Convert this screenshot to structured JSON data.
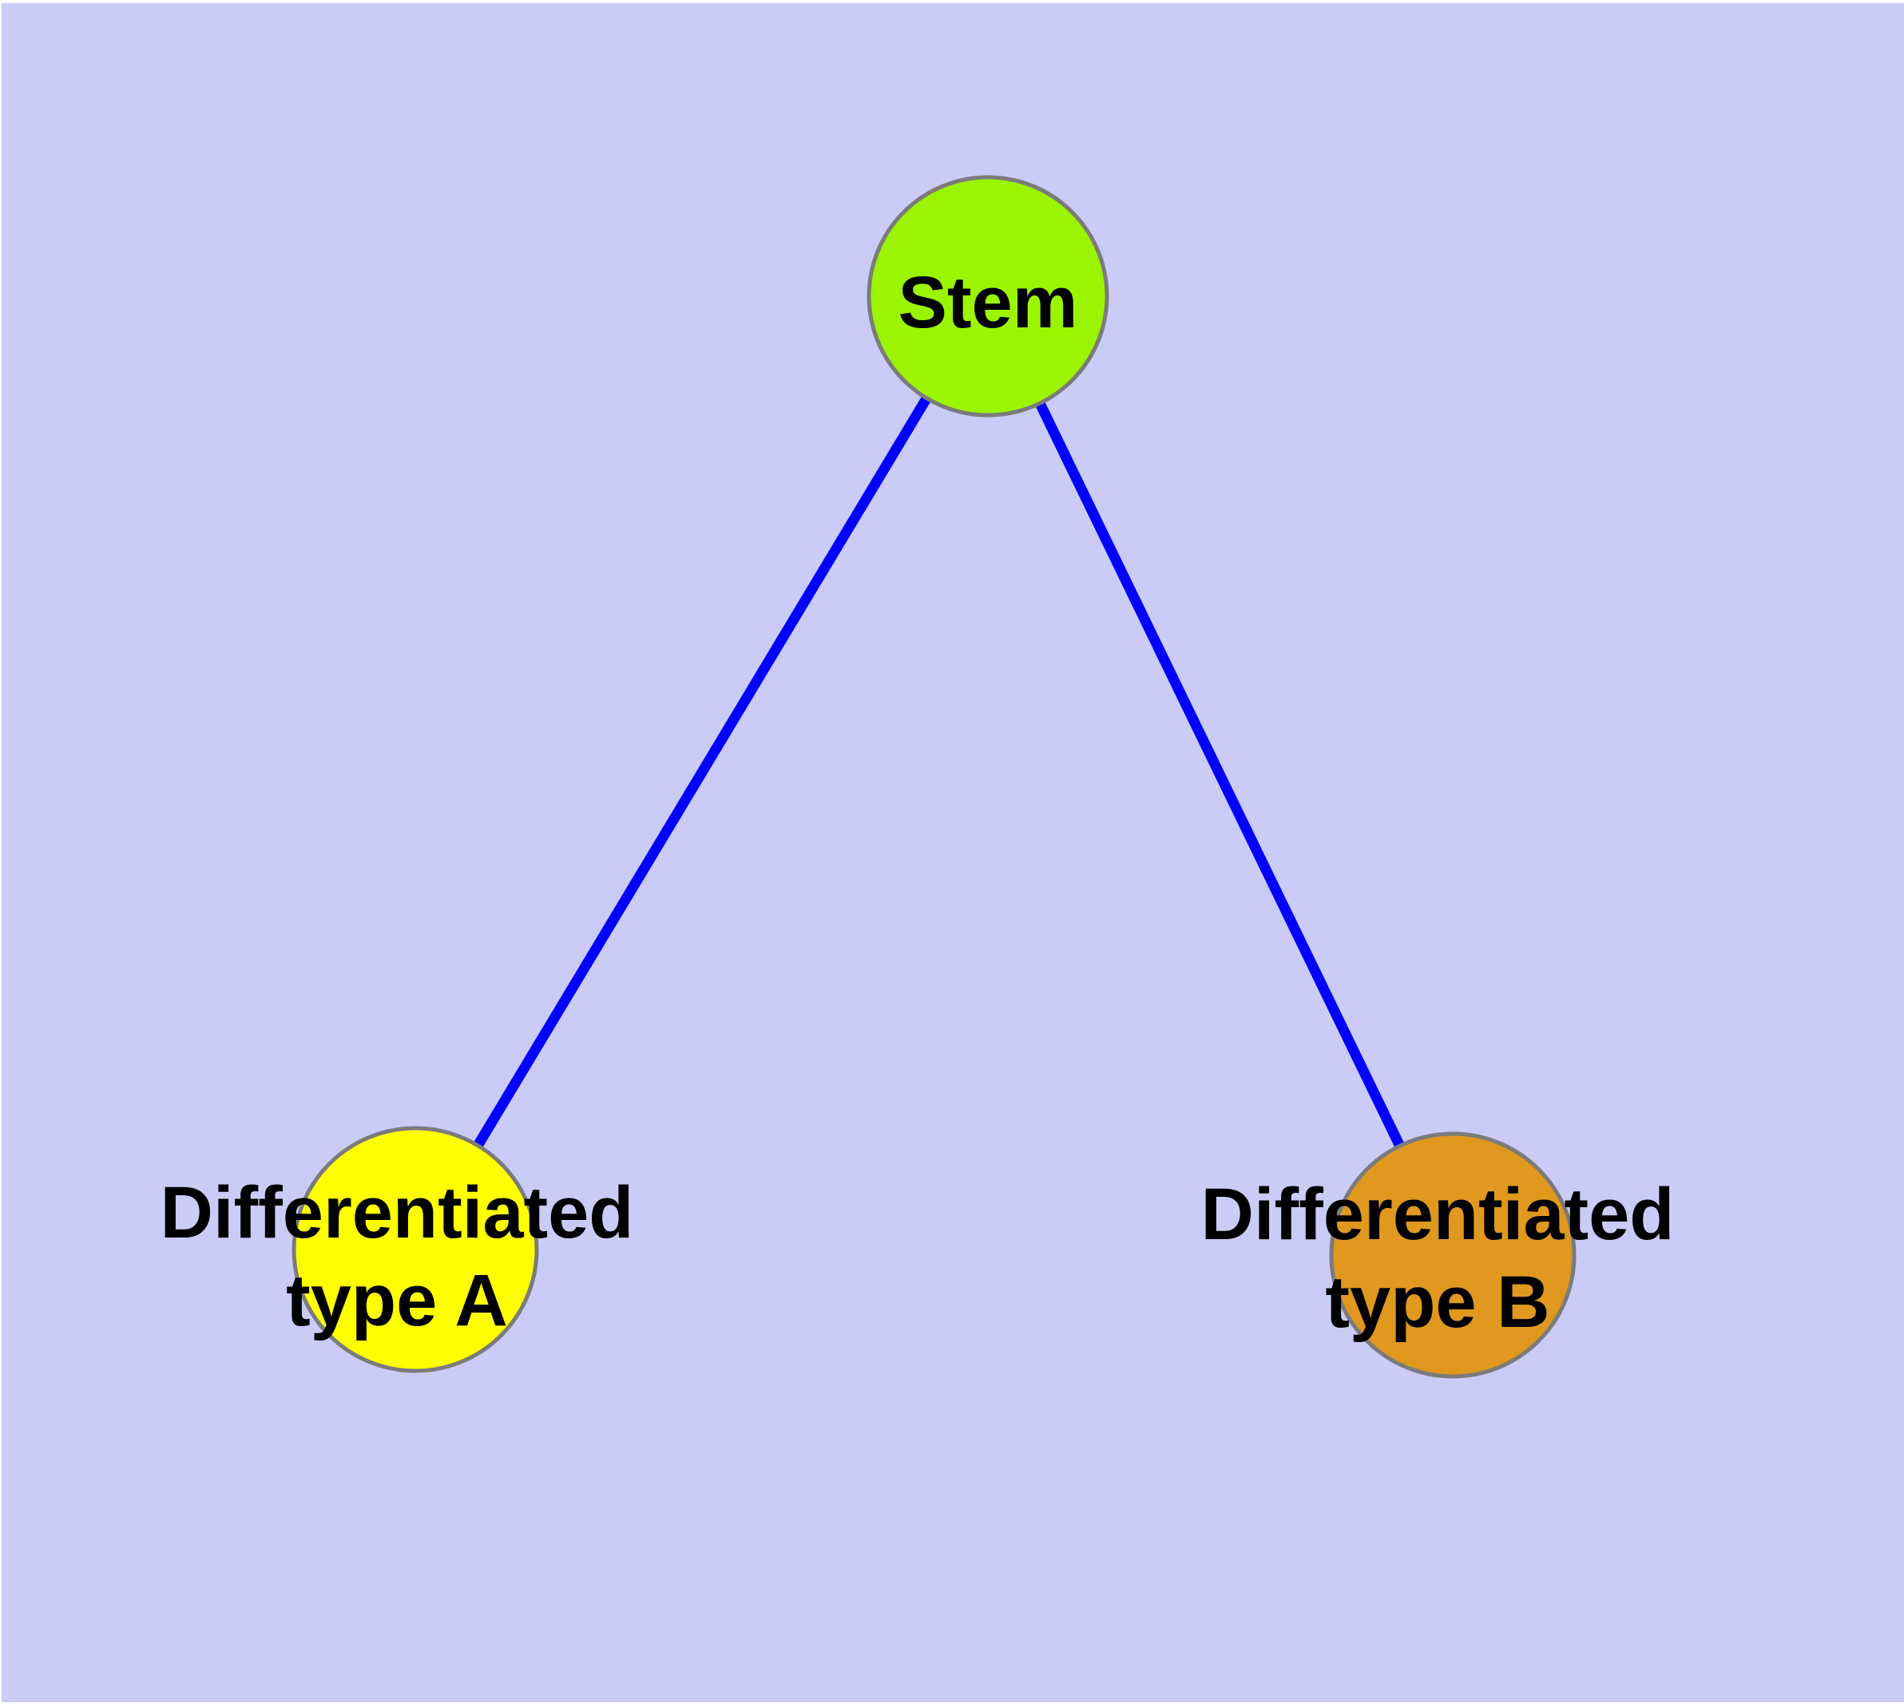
{
  "diagram_title": "",
  "colors": {
    "background": "#CBCBF7",
    "page_margin": "#FFFFFF",
    "edge": "#0000FF",
    "node_border": "#7B7B7B",
    "label": "#000000",
    "stem_fill": "#9BF400",
    "type_a_fill": "#FFFF00",
    "type_b_fill": "#E0981F"
  },
  "nodes": {
    "stem": {
      "label": "Stem"
    },
    "type_a": {
      "label_line1": "Differentiated",
      "label_line2": "type A"
    },
    "type_b": {
      "label_line1": "Differentiated",
      "label_line2": "type B"
    }
  },
  "edges": [
    {
      "from": "Stem",
      "to": "Differentiated type A"
    },
    {
      "from": "Stem",
      "to": "Differentiated type B"
    }
  ]
}
